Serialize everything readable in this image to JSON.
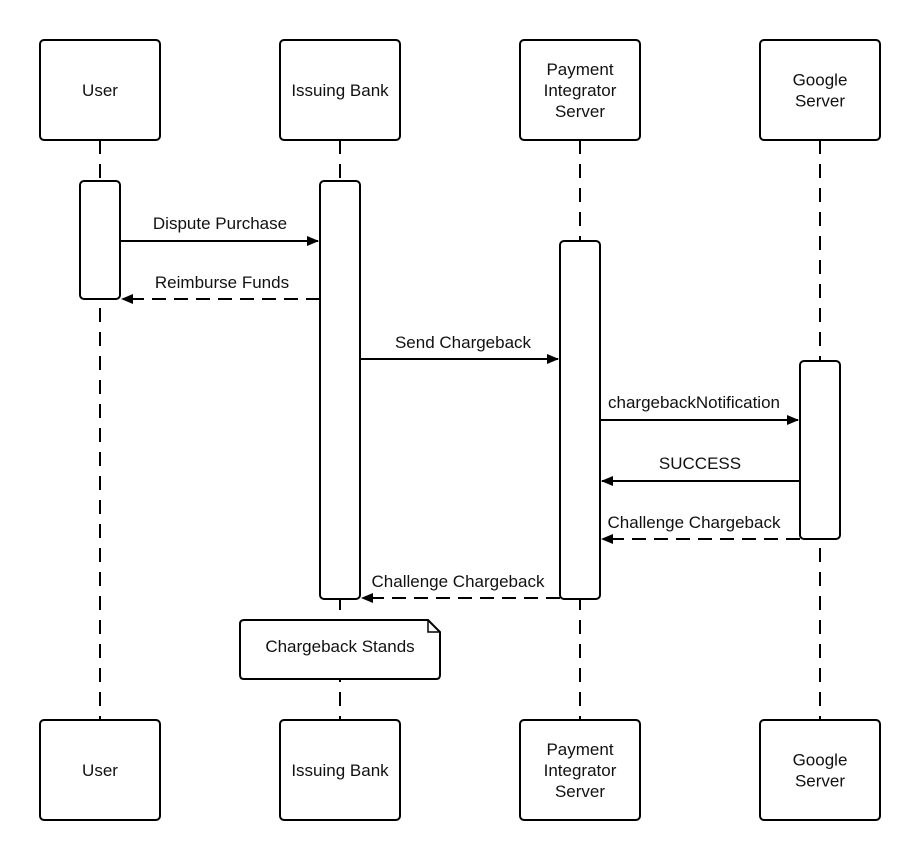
{
  "participants": [
    {
      "id": "user",
      "lines": [
        "User"
      ]
    },
    {
      "id": "issuing-bank",
      "lines": [
        "Issuing Bank"
      ]
    },
    {
      "id": "payment-integrator-server",
      "lines": [
        "Payment",
        "Integrator",
        "Server"
      ]
    },
    {
      "id": "google-server",
      "lines": [
        "Google",
        "Server"
      ]
    }
  ],
  "messages": [
    {
      "from": "user",
      "to": "issuing-bank",
      "label": "Dispute Purchase",
      "style": "solid"
    },
    {
      "from": "issuing-bank",
      "to": "user",
      "label": "Reimburse Funds",
      "style": "dashed"
    },
    {
      "from": "issuing-bank",
      "to": "payment-integrator-server",
      "label": "Send Chargeback",
      "style": "solid"
    },
    {
      "from": "payment-integrator-server",
      "to": "google-server",
      "label": "chargebackNotification",
      "style": "solid"
    },
    {
      "from": "google-server",
      "to": "payment-integrator-server",
      "label": "SUCCESS",
      "style": "solid"
    },
    {
      "from": "google-server",
      "to": "payment-integrator-server",
      "label": "Challenge Chargeback",
      "style": "dashed"
    },
    {
      "from": "payment-integrator-server",
      "to": "issuing-bank",
      "label": "Challenge Chargeback",
      "style": "dashed"
    }
  ],
  "note": {
    "text": "Chargeback Stands",
    "attached_to": "issuing-bank"
  },
  "colors": {
    "stroke": "#000000",
    "fill": "#ffffff",
    "text": "#111111"
  }
}
